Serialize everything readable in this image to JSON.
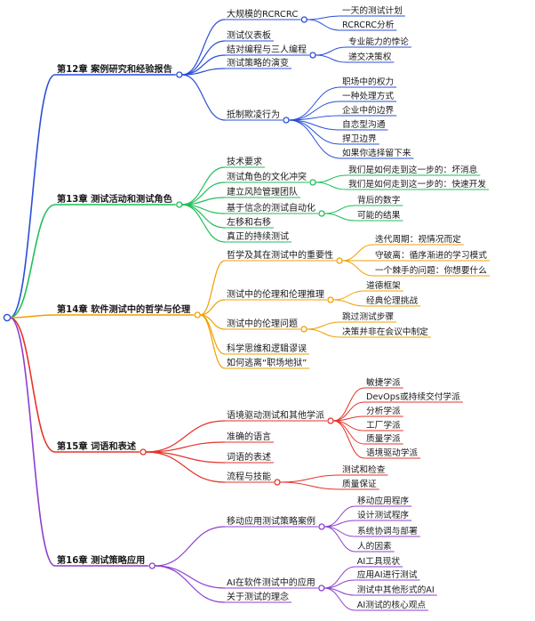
{
  "chapters": [
    {
      "title": "第12章 案例研究和经验报告",
      "color": "#2a4fd8",
      "topics": [
        {
          "label": "大规模的RCRCRC",
          "children": [
            "一天的测试计划",
            "RCRCRC分析"
          ]
        },
        {
          "label": "测试仪表板",
          "children": []
        },
        {
          "label": "结对编程与三人编程",
          "children": [
            "专业能力的悖论",
            "递交决策权"
          ]
        },
        {
          "label": "测试策略的演变",
          "children": []
        },
        {
          "label": "抵制欺凌行为",
          "children": [
            "职场中的权力",
            "一种处理方式",
            "企业中的边界",
            "自恋型沟通",
            "捍卫边界",
            "如果你选择留下来"
          ]
        }
      ]
    },
    {
      "title": "第13章 测试活动和测试角色",
      "color": "#1fbf5a",
      "topics": [
        {
          "label": "技术要求",
          "children": []
        },
        {
          "label": "测试角色的文化冲突",
          "children": [
            "我们是如何走到这一步的：坏消息",
            "我们是如何走到这一步的：快速开发"
          ]
        },
        {
          "label": "建立风险管理团队",
          "children": []
        },
        {
          "label": "基于信念的测试自动化",
          "children": [
            "背后的数字",
            "可能的结果"
          ]
        },
        {
          "label": "左移和右移",
          "children": []
        },
        {
          "label": "真正的持续测试",
          "children": []
        }
      ]
    },
    {
      "title": "第14章 软件测试中的哲学与伦理",
      "color": "#f0a000",
      "topics": [
        {
          "label": "哲学及其在测试中的重要性",
          "children": [
            "迭代周期：视情况而定",
            "守破离：循序渐进的学习模式",
            "一个棘手的问题：你想要什么"
          ]
        },
        {
          "label": "测试中的伦理和伦理推理",
          "children": [
            "道德框架",
            "经典伦理挑战"
          ]
        },
        {
          "label": "测试中的伦理问题",
          "children": [
            "跳过测试步骤",
            "决策并非在会议中制定"
          ]
        },
        {
          "label": "科学思维和逻辑谬误",
          "children": []
        },
        {
          "label": "如何逃离“职场地狱”",
          "children": []
        }
      ]
    },
    {
      "title": "第15章 词语和表述",
      "color": "#e6332a",
      "topics": [
        {
          "label": "语境驱动测试和其他学派",
          "children": [
            "敏捷学派",
            "DevOps或持续交付学派",
            "分析学派",
            "工厂学派",
            "质量学派",
            "语境驱动学派"
          ]
        },
        {
          "label": "准确的语言",
          "children": []
        },
        {
          "label": "词语的表述",
          "children": []
        },
        {
          "label": "流程与技能",
          "children": [
            "测试和检查",
            "质量保证"
          ]
        }
      ]
    },
    {
      "title": "第16章 测试策略应用",
      "color": "#8e3fcf",
      "topics": [
        {
          "label": "移动应用测试策略案例",
          "children": [
            "移动应用程序",
            "设计测试程序",
            "系统协调与部署",
            "人的因素"
          ]
        },
        {
          "label": "AI在软件测试中的应用",
          "children": [
            "AI工具现状",
            "应用AI进行测试",
            "测试中其他形式的AI",
            "AI测试的核心观点"
          ]
        },
        {
          "label": "关于测试的理念",
          "children": []
        }
      ]
    }
  ]
}
